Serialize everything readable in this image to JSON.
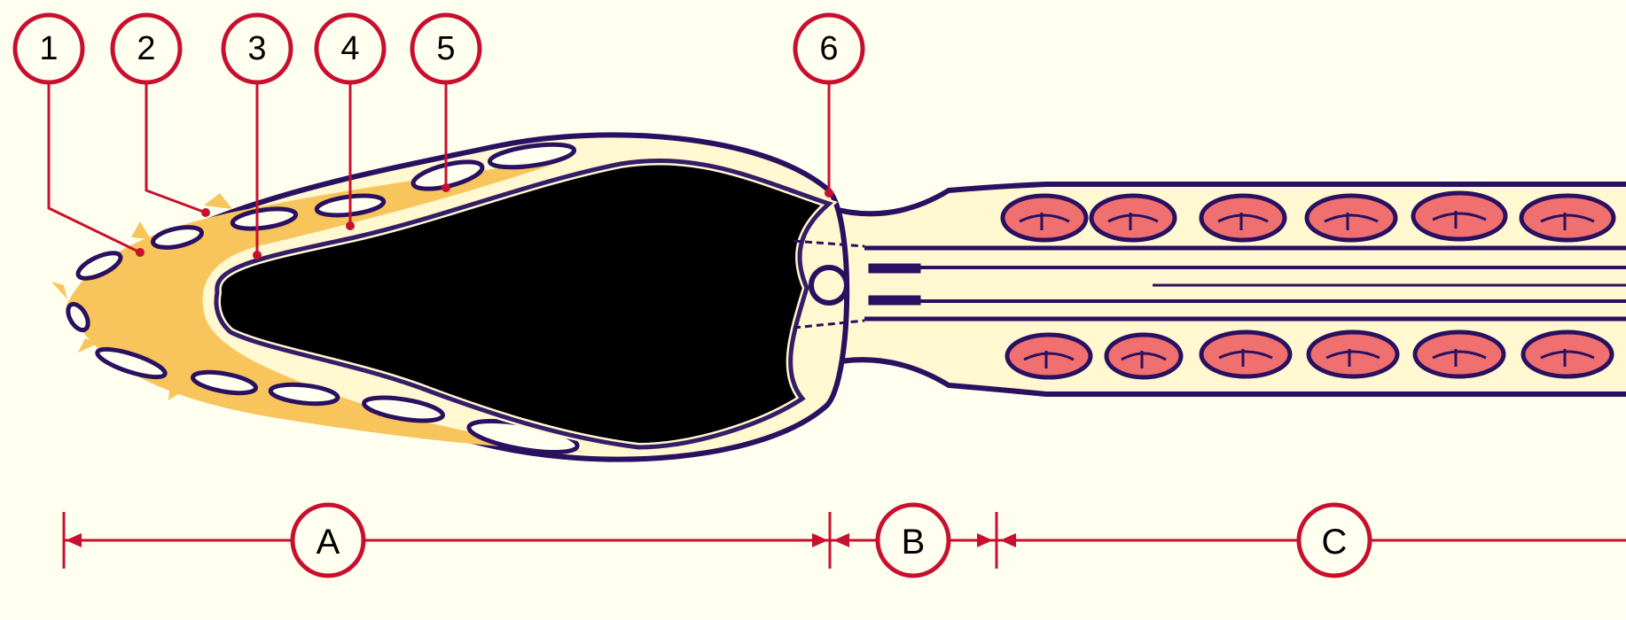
{
  "callouts": [
    {
      "label": "1"
    },
    {
      "label": "2"
    },
    {
      "label": "3"
    },
    {
      "label": "4"
    },
    {
      "label": "5"
    },
    {
      "label": "6"
    }
  ],
  "regions": [
    {
      "label": "A"
    },
    {
      "label": "B"
    },
    {
      "label": "C"
    }
  ],
  "colors": {
    "background": "#fffff0",
    "annotation": "#c8102e",
    "outline": "#2a1060",
    "cytoplasm": "#fff8d0",
    "acrosome": "#f8c45c",
    "nucleus": "#000000",
    "mitochondria": "#f07070"
  }
}
